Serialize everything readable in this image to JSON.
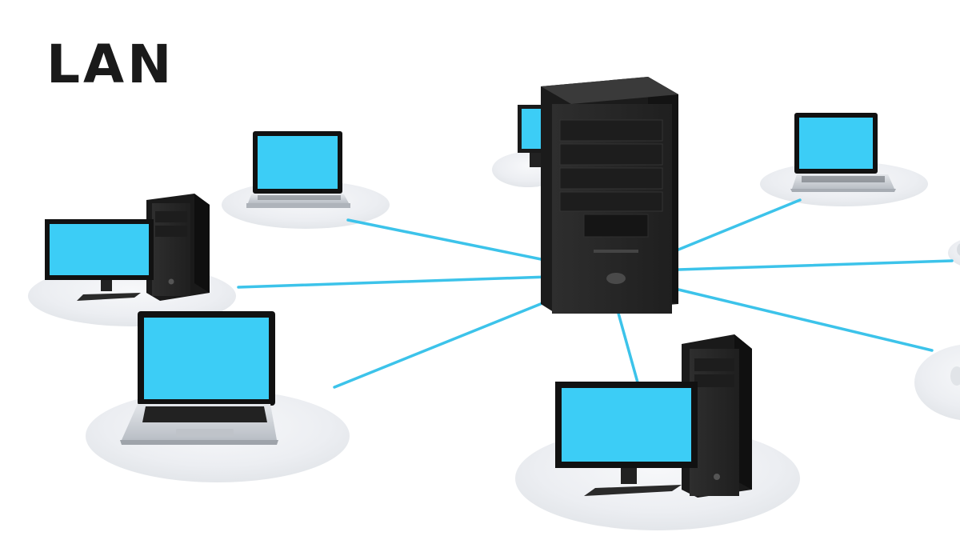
{
  "title": "LAN",
  "colors": {
    "cable": "#3cc3ea",
    "screen": "#3ccdf6",
    "case": "#262626",
    "case_dark": "#161616",
    "case_panel": "#1d1d1d",
    "bezel": "#111111",
    "laptop_base": "#cfd3d8",
    "platform": "#eef0f3",
    "title": "#1a1a1a"
  },
  "network": {
    "hub": {
      "name": "file-server",
      "icon": "server-tower-icon"
    },
    "nodes": [
      {
        "name": "desktop-left",
        "icon": "desktop-computer-icon"
      },
      {
        "name": "laptop-top-left",
        "icon": "laptop-icon"
      },
      {
        "name": "laptop-bottom-left",
        "icon": "laptop-icon"
      },
      {
        "name": "monitor-behind-server",
        "icon": "monitor-icon"
      },
      {
        "name": "laptop-top-right",
        "icon": "laptop-icon"
      },
      {
        "name": "desktop-bottom-center",
        "icon": "desktop-computer-icon"
      },
      {
        "name": "client-right-upper",
        "icon": "workstation-icon"
      },
      {
        "name": "client-right-lower",
        "icon": "workstation-icon"
      }
    ]
  }
}
